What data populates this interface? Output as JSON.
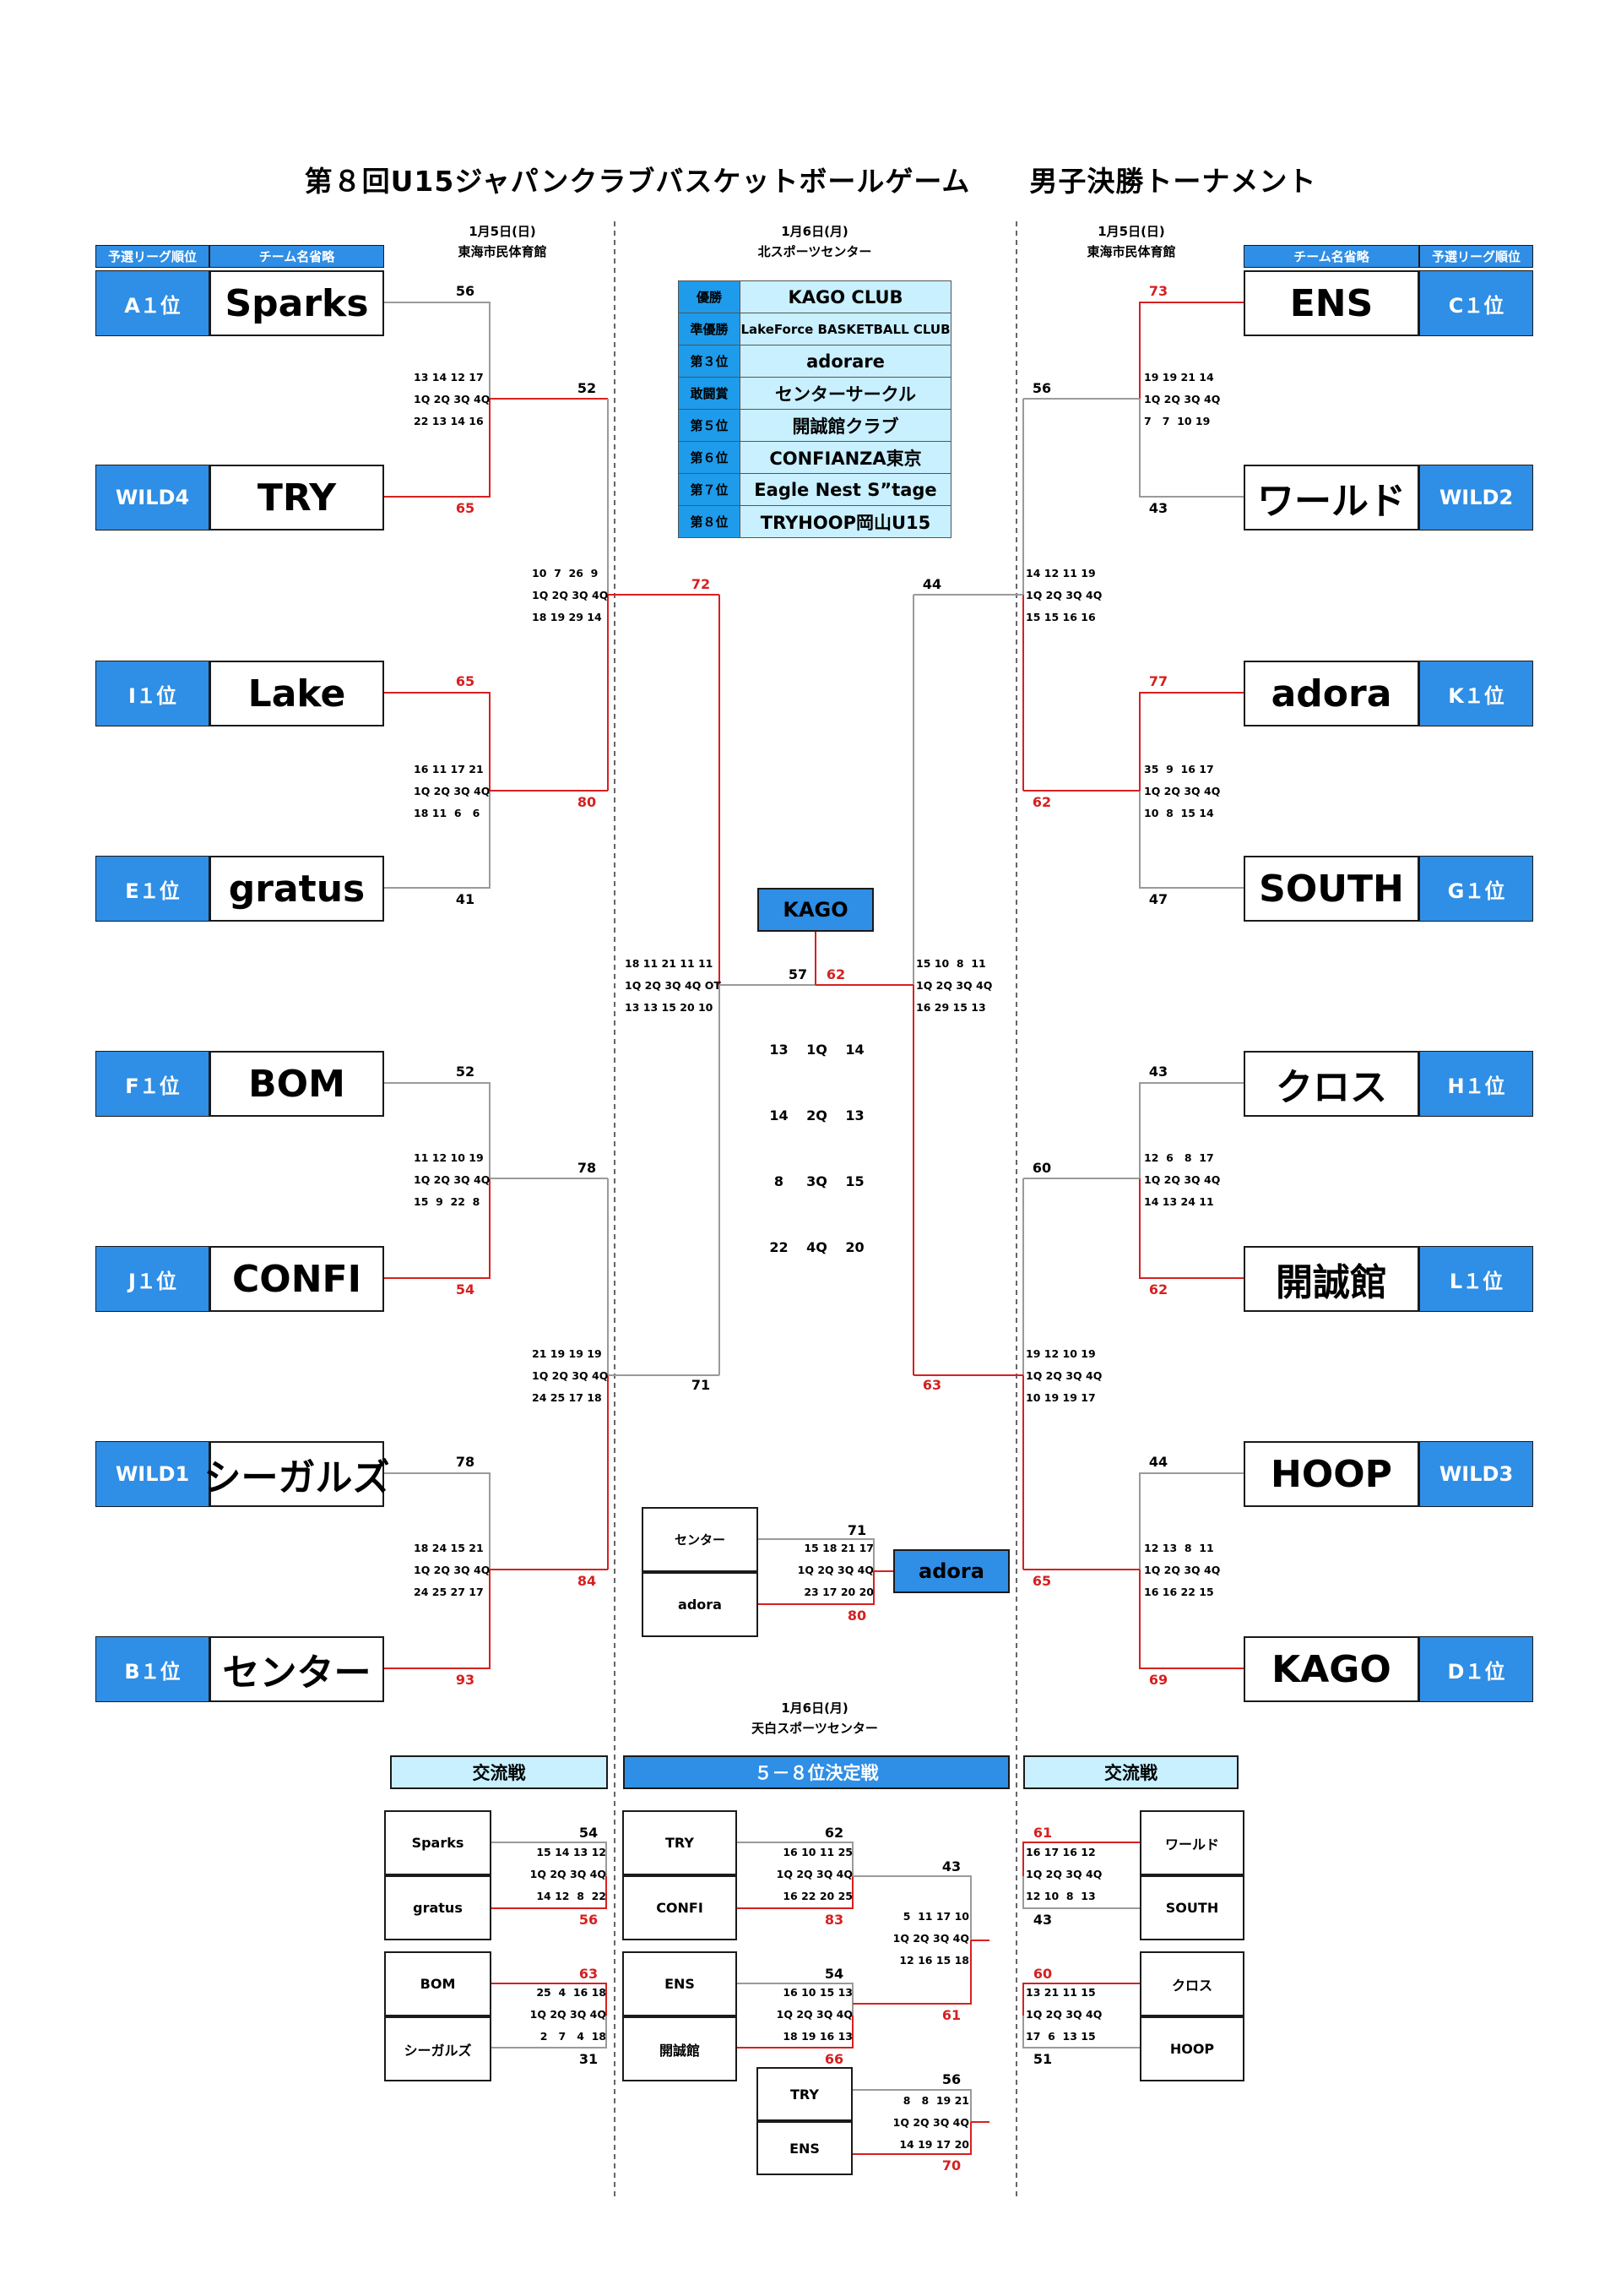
{
  "title": {
    "left": "第８回U15ジャパンクラブバスケットボールゲーム",
    "right": "男子決勝トーナメント"
  },
  "venues": {
    "left": {
      "date": "1月5日(日)",
      "place": "東海市民体育館"
    },
    "center": {
      "date": "1月6日(月)",
      "place": "北スポーツセンター"
    },
    "right": {
      "date": "1月5日(日)",
      "place": "東海市民体育館"
    },
    "bottom": {
      "date": "1月6日(月)",
      "place": "天白スポーツセンター"
    }
  },
  "headers": {
    "rank": "予選リーグ順位",
    "team": "チーム名省略"
  },
  "left_teams": [
    {
      "rank": "A１位",
      "name": "Sparks"
    },
    {
      "rank": "WILD4",
      "name": "TRY"
    },
    {
      "rank": "I１位",
      "name": "Lake"
    },
    {
      "rank": "E１位",
      "name": "gratus"
    },
    {
      "rank": "F１位",
      "name": "BOM"
    },
    {
      "rank": "J１位",
      "name": "CONFI"
    },
    {
      "rank": "WILD1",
      "name": "シーガルズ"
    },
    {
      "rank": "B１位",
      "name": "センター"
    }
  ],
  "right_teams": [
    {
      "rank": "C１位",
      "name": "ENS"
    },
    {
      "rank": "WILD2",
      "name": "ワールド"
    },
    {
      "rank": "K１位",
      "name": "adora"
    },
    {
      "rank": "G１位",
      "name": "SOUTH"
    },
    {
      "rank": "H１位",
      "name": "クロス"
    },
    {
      "rank": "L１位",
      "name": "開誠館"
    },
    {
      "rank": "WILD3",
      "name": "HOOP"
    },
    {
      "rank": "D１位",
      "name": "KAGO"
    }
  ],
  "results": [
    {
      "label": "優勝",
      "team": "KAGO CLUB"
    },
    {
      "label": "準優勝",
      "team": "LakeForce BASKETBALL CLUB"
    },
    {
      "label": "第３位",
      "team": "adorare"
    },
    {
      "label": "敢闘賞",
      "team": "センターサークル"
    },
    {
      "label": "第５位",
      "team": "開誠館クラブ"
    },
    {
      "label": "第６位",
      "team": "CONFIANZA東京"
    },
    {
      "label": "第７位",
      "team": "Eagle Nest S”tage"
    },
    {
      "label": "第８位",
      "team": "TRYHOOP岡山U15"
    }
  ],
  "scores": {
    "l1": {
      "a": "56",
      "b": "65"
    },
    "l2": {
      "a": "65",
      "b": "41"
    },
    "l3": {
      "a": "52",
      "b": "54"
    },
    "l4": {
      "a": "78",
      "b": "93"
    },
    "l_qf1": {
      "a": "52",
      "b": "80"
    },
    "l_qf2": {
      "a": "78",
      "b": "84"
    },
    "l_sf": {
      "a": "72",
      "b": "71"
    },
    "r1": {
      "a": "73",
      "b": "43"
    },
    "r2": {
      "a": "77",
      "b": "47"
    },
    "r3": {
      "a": "43",
      "b": "62"
    },
    "r4": {
      "a": "44",
      "b": "69"
    },
    "r_qf1": {
      "a": "56",
      "b": "62"
    },
    "r_qf2": {
      "a": "60",
      "b": "65"
    },
    "r_sf": {
      "a": "44",
      "b": "63"
    },
    "final": {
      "a": "57",
      "b": "62"
    }
  },
  "quarters": {
    "l1": {
      "top": "13 14 12 17",
      "mid": "1Q 2Q 3Q 4Q",
      "bot": "22 13 14 16"
    },
    "l2": {
      "top": "16 11 17 21",
      "mid": "1Q 2Q 3Q 4Q",
      "bot": "18 11  6   6"
    },
    "l3": {
      "top": "11 12 10 19",
      "mid": "1Q 2Q 3Q 4Q",
      "bot": "15  9  22  8"
    },
    "l4": {
      "top": "18 24 15 21",
      "mid": "1Q 2Q 3Q 4Q",
      "bot": "24 25 27 17"
    },
    "l_qf1": {
      "top": "10  7  26  9",
      "mid": "1Q 2Q 3Q 4Q",
      "bot": "18 19 29 14"
    },
    "l_qf2": {
      "top": "21 19 19 19",
      "mid": "1Q 2Q 3Q 4Q",
      "bot": "24 25 17 18"
    },
    "l_sf": {
      "top": "18 11 21 11 11",
      "mid": "1Q 2Q 3Q 4Q OT",
      "bot": "13 13 15 20 10"
    },
    "r1": {
      "top": "19 19 21 14",
      "mid": "1Q 2Q 3Q 4Q",
      "bot": "7   7  10 19"
    },
    "r2": {
      "top": "35  9  16 17",
      "mid": "1Q 2Q 3Q 4Q",
      "bot": "10  8  15 14"
    },
    "r3": {
      "top": "12  6   8  17",
      "mid": "1Q 2Q 3Q 4Q",
      "bot": "14 13 24 11"
    },
    "r4": {
      "top": "12 13  8  11",
      "mid": "1Q 2Q 3Q 4Q",
      "bot": "16 16 22 15"
    },
    "r_qf1": {
      "top": "14 12 11 19",
      "mid": "1Q 2Q 3Q 4Q",
      "bot": "15 15 16 16"
    },
    "r_qf2": {
      "top": "19 12 10 19",
      "mid": "1Q 2Q 3Q 4Q",
      "bot": "10 19 19 17"
    },
    "r_sf": {
      "top": "15 10  8  11",
      "mid": "1Q 2Q 3Q 4Q",
      "bot": "16 29 15 13"
    }
  },
  "final": {
    "champion": "KAGO",
    "rows": [
      {
        "a": "13",
        "q": "1Q",
        "b": "14"
      },
      {
        "a": "14",
        "q": "2Q",
        "b": "13"
      },
      {
        "a": "8",
        "q": "3Q",
        "b": "15"
      },
      {
        "a": "22",
        "q": "4Q",
        "b": "20"
      }
    ]
  },
  "third_place": {
    "team_a": "センター",
    "team_b": "adora",
    "winner": "adora",
    "score_a": "71",
    "score_b": "80",
    "top": "15 18 21 17",
    "mid": "1Q 2Q 3Q 4Q",
    "bot": "23 17 20 20"
  },
  "sections": {
    "left": "交流戦",
    "center": "５－８位決定戦",
    "right": "交流戦"
  },
  "bottom": {
    "xl1": {
      "a": "Sparks",
      "b": "gratus",
      "sa": "54",
      "sb": "56",
      "top": "15 14 13 12",
      "mid": "1Q 2Q 3Q 4Q",
      "bot": "14 12  8  22"
    },
    "xl2": {
      "a": "BOM",
      "b": "シーガルズ",
      "sa": "63",
      "sb": "31",
      "top": "25  4  16 18",
      "mid": "1Q 2Q 3Q 4Q",
      "bot": "2   7   4  18"
    },
    "c1": {
      "a": "TRY",
      "b": "CONFI",
      "sa": "62",
      "sb": "83",
      "top": "16 10 11 25",
      "mid": "1Q 2Q 3Q 4Q",
      "bot": "16 22 20 25"
    },
    "c2": {
      "a": "ENS",
      "b": "開誠館",
      "sa": "54",
      "sb": "66",
      "top": "16 10 15 13",
      "mid": "1Q 2Q 3Q 4Q",
      "bot": "18 19 16 13"
    },
    "c3": {
      "sa": "43",
      "sb": "61",
      "top": "5  11 17 10",
      "mid": "1Q 2Q 3Q 4Q",
      "bot": "12 16 15 18"
    },
    "c4": {
      "a": "TRY",
      "b": "ENS",
      "sa": "56",
      "sb": "70",
      "top": "8   8  19 21",
      "mid": "1Q 2Q 3Q 4Q",
      "bot": "14 19 17 20"
    },
    "xr1": {
      "a": "ワールド",
      "b": "SOUTH",
      "sa": "61",
      "sb": "43",
      "top": "16 17 16 12",
      "mid": "1Q 2Q 3Q 4Q",
      "bot": "12 10  8  13"
    },
    "xr2": {
      "a": "クロス",
      "b": "HOOP",
      "sa": "60",
      "sb": "51",
      "top": "13 21 11 15",
      "mid": "1Q 2Q 3Q 4Q",
      "bot": "17  6  13 15"
    }
  }
}
